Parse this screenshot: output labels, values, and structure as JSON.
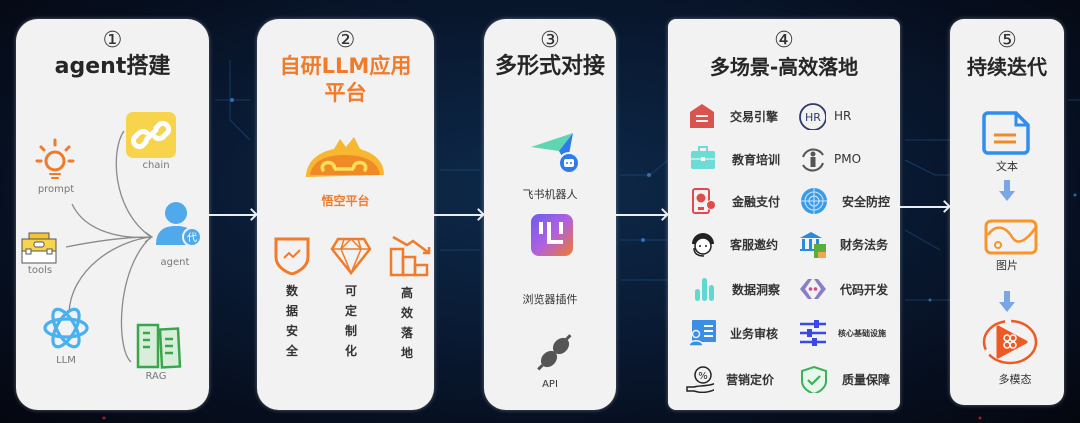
{
  "stages": [
    {
      "number": "①",
      "title": "agent搭建",
      "items": {
        "prompt": "prompt",
        "chain": "chain",
        "tools": "tools",
        "agent": "agent",
        "llm": "LLM",
        "rag": "RAG"
      }
    },
    {
      "number": "②",
      "title_line1": "自研LLM应用",
      "title_line2": "平台",
      "platform_name": "悟空平台",
      "features": [
        {
          "label": "数据安全",
          "chars": [
            "数",
            "据",
            "安",
            "全"
          ],
          "icon": "shield-icon"
        },
        {
          "label": "可定制化",
          "chars": [
            "可",
            "定",
            "制",
            "化"
          ],
          "icon": "diamond-icon"
        },
        {
          "label": "高效落地",
          "chars": [
            "高",
            "效",
            "落",
            "地"
          ],
          "icon": "bar-chart-decline-icon"
        }
      ],
      "accent_color": "#f07b2a"
    },
    {
      "number": "③",
      "title": "多形式对接",
      "items": [
        {
          "label": "飞书机器人",
          "icon": "feishu-bot-icon"
        },
        {
          "label": "浏览器插件",
          "icon": "browser-plugin-icon"
        },
        {
          "label": "API",
          "icon": "plug-icon"
        }
      ]
    },
    {
      "number": "④",
      "title": "多场景-高效落地",
      "scenarios": [
        {
          "label": "交易引擎",
          "icon": "trade-engine-icon"
        },
        {
          "label": "HR",
          "icon": "hr-icon"
        },
        {
          "label": "教育培训",
          "icon": "briefcase-icon"
        },
        {
          "label": "PMO",
          "icon": "pmo-cycle-icon"
        },
        {
          "label": "金融支付",
          "icon": "payment-phone-icon"
        },
        {
          "label": "安全防控",
          "icon": "radar-icon"
        },
        {
          "label": "客服邀约",
          "icon": "customer-service-icon"
        },
        {
          "label": "财务法务",
          "icon": "bank-icon"
        },
        {
          "label": "数据洞察",
          "icon": "bar-chart-icon"
        },
        {
          "label": "代码开发",
          "icon": "code-icon"
        },
        {
          "label": "业务审核",
          "icon": "id-card-icon"
        },
        {
          "label": "核心基础设施",
          "icon": "sliders-icon"
        },
        {
          "label": "营销定价",
          "icon": "percent-hand-icon"
        },
        {
          "label": "质量保障",
          "icon": "shield-check-icon"
        }
      ]
    },
    {
      "number": "⑤",
      "title": "持续迭代",
      "steps": [
        {
          "label": "文本",
          "icon": "document-icon"
        },
        {
          "label": "图片",
          "icon": "image-icon"
        },
        {
          "label": "多模态",
          "icon": "multimodal-play-icon"
        }
      ]
    }
  ]
}
